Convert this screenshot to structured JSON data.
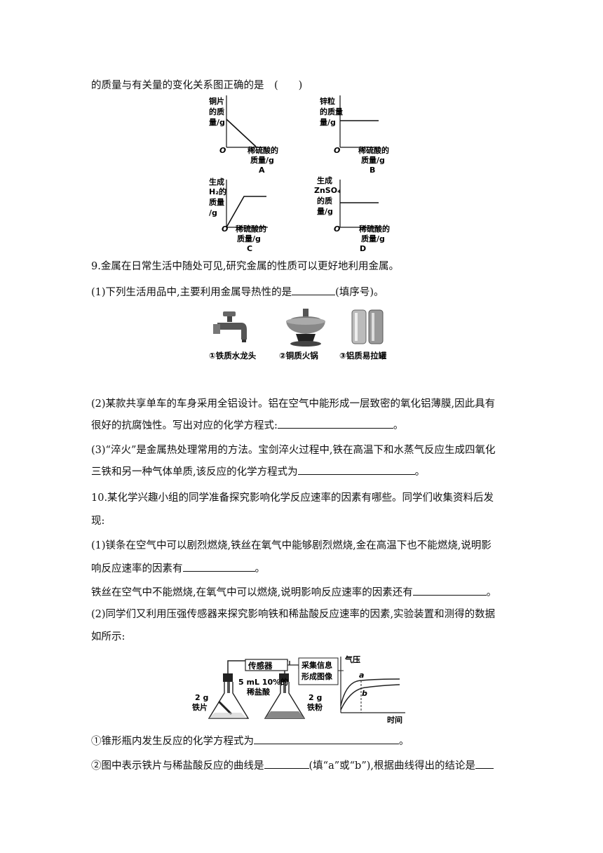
{
  "lines": {
    "l0": "的质量与有关量的变化关系图正确的是　(　　)",
    "q9": "9.金属在日常生活中随处可见,研究金属的性质可以更好地利用金属。",
    "q9_1a": "(1)下列生活用品中,主要利用金属导热性的是",
    "q9_1b": "(填序号)。",
    "q9_2a": "(2)某款共享单车的车身采用全铝设计。铝在空气中能形成一层致密的氧化铝薄膜,因此具有",
    "q9_2b": "很好的抗腐蚀性。写出对应的化学方程式:",
    "q9_2c": "。",
    "q9_3a": "(3)“淬火”是金属热处理常用的方法。宝剑淬火过程中,铁在高温下和水蒸气反应生成四氧化",
    "q9_3b": "三铁和另一种气体单质,该反应的化学方程式为",
    "q9_3c": "。",
    "q10a": "10.某化学兴趣小组的同学准备探究影响化学反应速率的因素有哪些。同学们收集资料后发",
    "q10b": "现:",
    "q10_1a": "(1)镁条在空气中可以剧烈燃烧,铁丝在氧气中能够剧烈燃烧,金在高温下也不能燃烧,说明影",
    "q10_1b": "响反应速率的因素有",
    "q10_1c": "。",
    "q10_1d": "铁丝在空气中不能燃烧,在氧气中可以燃烧,说明影响反应速率的因素还有",
    "q10_1e": "。",
    "q10_2a": "(2)同学们又利用压强传感器来探究影响铁和稀盐酸反应速率的因素,实验装置和测得的数据",
    "q10_2b": "如所示:",
    "q10_2_1a": "①锥形瓶内发生反应的化学方程式为",
    "q10_2_1b": "。",
    "q10_2_2a": "②图中表示铁片与稀盐酸反应的曲线是",
    "q10_2_2b": "(填“a”或“b”),根据曲线得出的结论是"
  },
  "graphs": {
    "A": {
      "ylabel": [
        "铜片",
        "的质",
        "量/g"
      ],
      "xlabel": [
        "稀硫酸的",
        "质量/g"
      ],
      "letter": "A",
      "origin": "O"
    },
    "B": {
      "ylabel": [
        "锌粒",
        "的质量",
        "量/g"
      ],
      "xlabel": [
        "稀硫酸的",
        "质量/g"
      ],
      "letter": "B",
      "origin": "O"
    },
    "C": {
      "ylabel": [
        "生成",
        "H₂的",
        "质量",
        "/g"
      ],
      "xlabel": [
        "稀硫酸的",
        "质量/g"
      ],
      "letter": "C",
      "origin": "O"
    },
    "D": {
      "ylabel": [
        "生成",
        "ZnSO₄",
        "的质",
        "量/g"
      ],
      "xlabel": [
        "稀硫酸的",
        "质量/g"
      ],
      "letter": "D",
      "origin": "O"
    }
  },
  "items": {
    "i1": "①铁质水龙头",
    "i2": "②铜质火锅",
    "i3": "③铝质易拉罐"
  },
  "apparatus": {
    "sensor": "传感器",
    "acid": [
      "5 mL 10%的",
      "稀盐酸"
    ],
    "left_solid": [
      "2 g",
      "铁片"
    ],
    "right_solid": [
      "2 g",
      "铁粉"
    ],
    "collect": [
      "采集信息",
      "形成图像"
    ],
    "y_axis": "气压",
    "x_axis": "时间",
    "curve_a": "a",
    "curve_b": "b"
  }
}
